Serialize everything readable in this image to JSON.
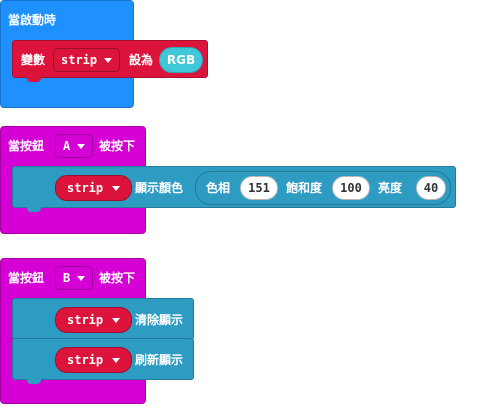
{
  "on_start": {
    "label": "當啟動時",
    "set_var": {
      "label": "變數",
      "variable": "strip",
      "to_label": "設為",
      "value": "RGB"
    }
  },
  "button_a": {
    "label_prefix": "當按鈕",
    "button": "A",
    "label_suffix": "被按下",
    "show_color": {
      "strip": "strip",
      "label": "顯示顏色",
      "hsl": {
        "hue_label": "色相",
        "hue": "151",
        "sat_label": "飽和度",
        "sat": "100",
        "lum_label": "亮度",
        "lum": "40"
      }
    }
  },
  "button_b": {
    "label_prefix": "當按鈕",
    "button": "B",
    "label_suffix": "被按下",
    "clear": {
      "strip": "strip",
      "label": "清除顯示"
    },
    "show": {
      "strip": "strip",
      "label": "刷新顯示"
    }
  },
  "colors": {
    "basic": "#1e90ff",
    "input": "#d400d4",
    "variables": "#dc143c",
    "neopixel": "#2d9bc2",
    "rgb_pill": "#41c8d8"
  }
}
